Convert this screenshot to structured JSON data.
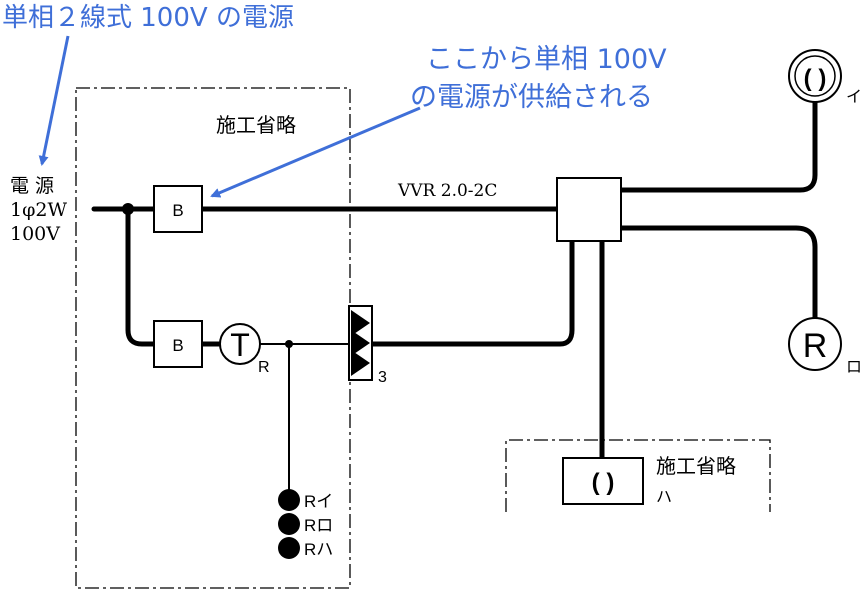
{
  "annotations": {
    "source_note": "単相２線式 100V の電源",
    "supply_note_line1": "ここから単相 100V",
    "supply_note_line2": "の電源が供給される"
  },
  "source": {
    "line1": "電 源",
    "line2": "1φ2W",
    "line3": "100V"
  },
  "breaker_label": "B",
  "timer": {
    "symbol": "T",
    "sub": "R"
  },
  "cable_label": "VVR 2.0-2C",
  "omitted_label": "施工省略",
  "relay": {
    "count": "3"
  },
  "remote_switches": [
    "Rイ",
    "Rロ",
    "Rハ"
  ],
  "lamps": {
    "i": {
      "symbol": "( )",
      "label": "イ"
    },
    "ro": {
      "symbol": "R",
      "label": "ロ"
    },
    "ha": {
      "symbol": "( )",
      "label": "ハ"
    }
  },
  "colors": {
    "annotation": "#3f6fd8",
    "line": "#000000"
  }
}
